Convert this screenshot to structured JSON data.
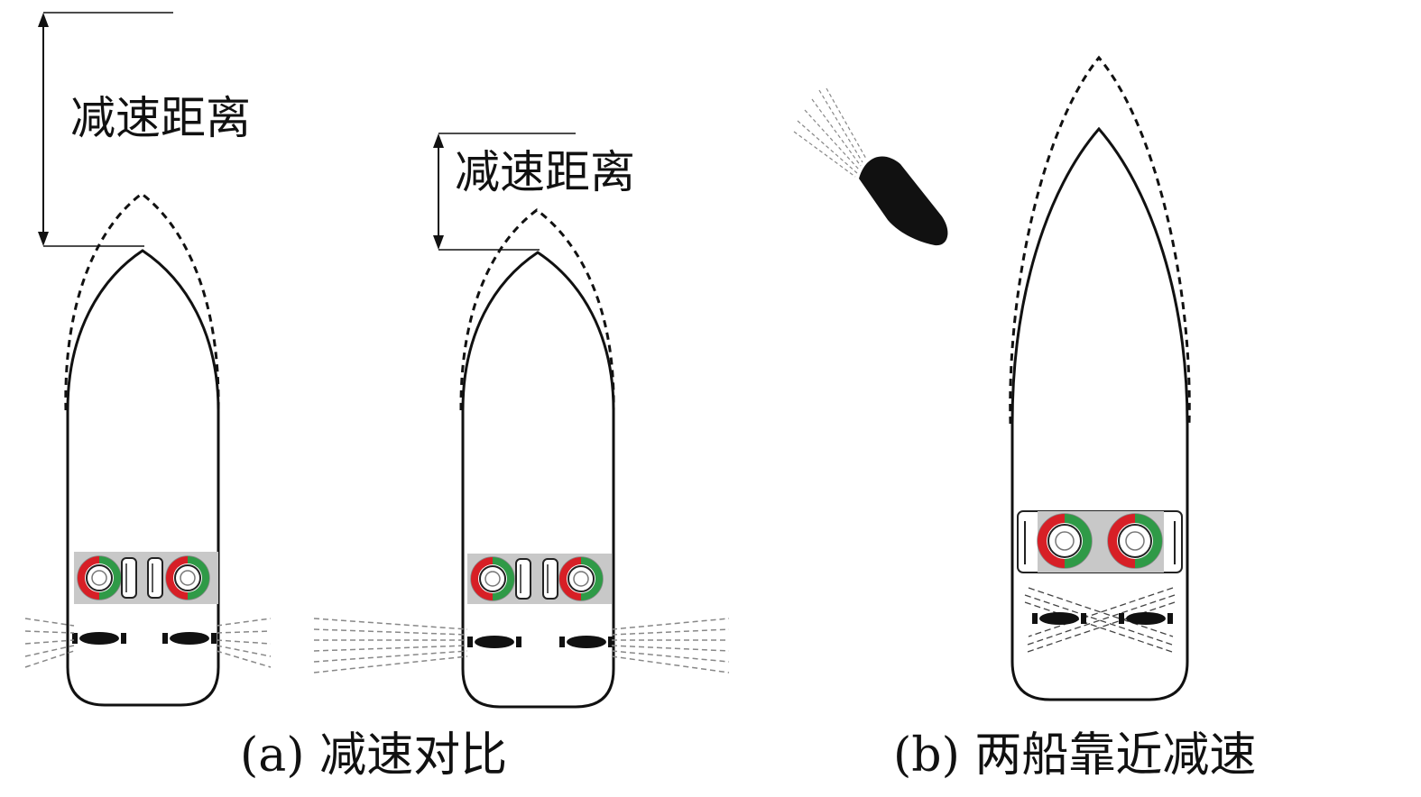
{
  "panel_a": {
    "caption": "(a) 减速对比",
    "distance_label_long": "减速距离",
    "distance_label_short": "减速距离"
  },
  "panel_b": {
    "caption": "(b) 两船靠近减速"
  },
  "colors": {
    "outline": "#111111",
    "dial_red": "#d71f26",
    "dial_green": "#2f9a47",
    "panel_gray": "#c8c8c8",
    "thruster": "#111111"
  },
  "icons": {
    "small_boat": "small-boat-icon",
    "wake": "wake-lines",
    "thruster": "thruster-icon",
    "dial": "speed-dial-icon"
  }
}
